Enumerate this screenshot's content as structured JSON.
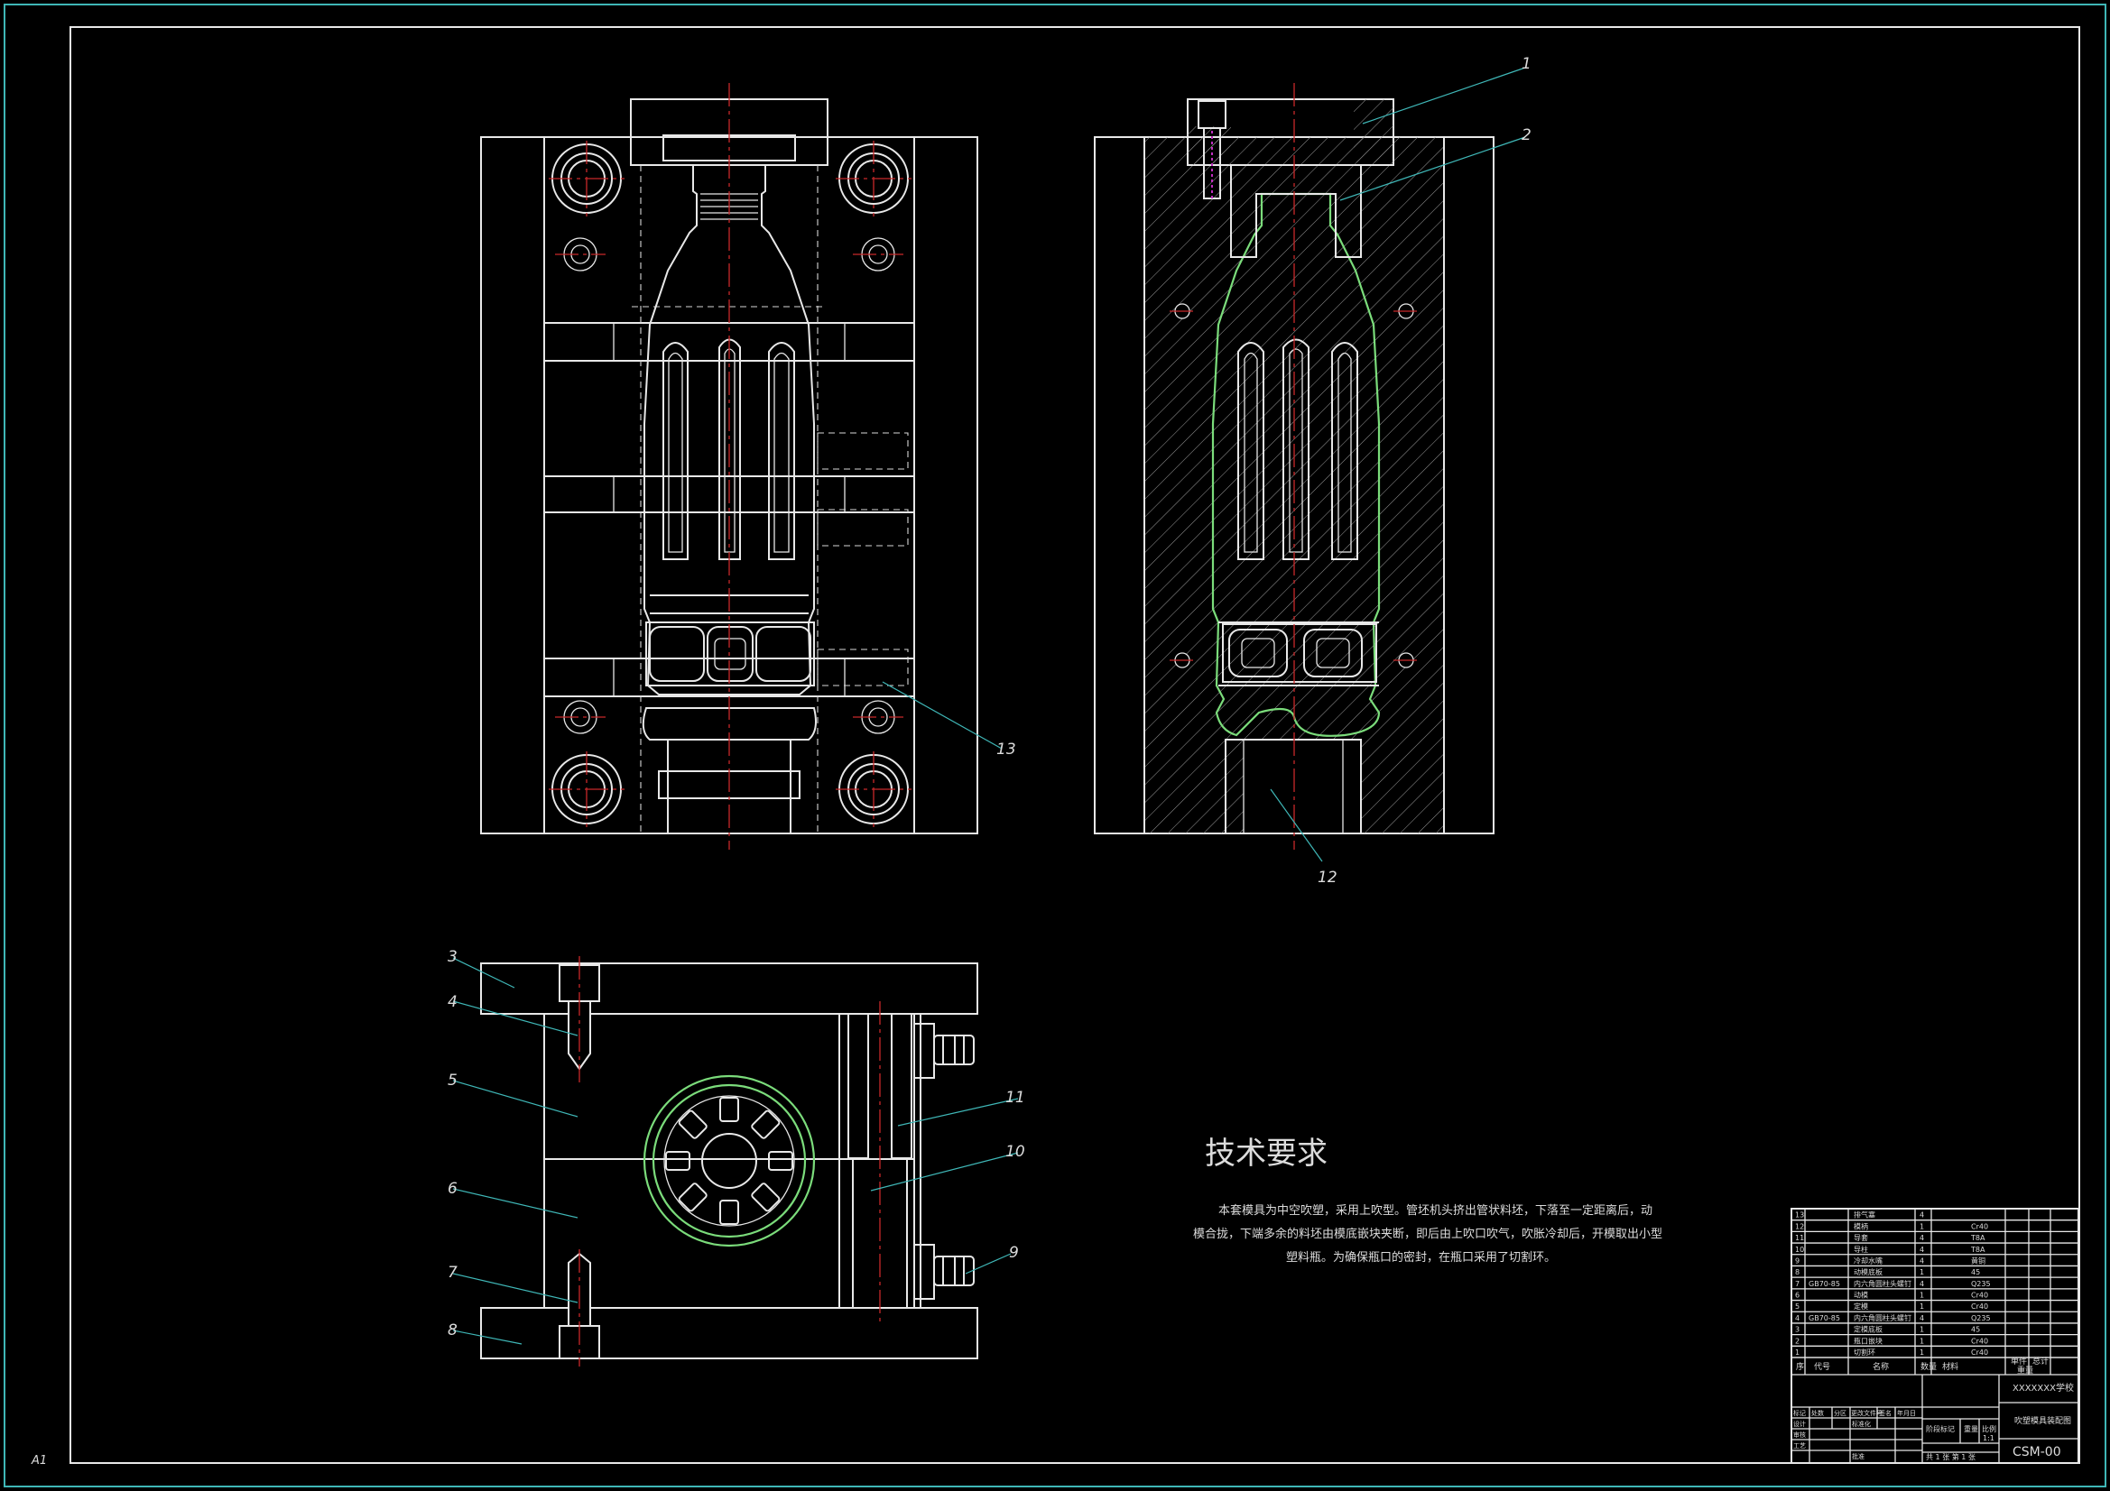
{
  "sheet": {
    "size_label": "A1"
  },
  "callouts": [
    "1",
    "2",
    "3",
    "4",
    "5",
    "6",
    "7",
    "8",
    "9",
    "10",
    "11",
    "12",
    "13"
  ],
  "tech_req": {
    "title": "技术要求",
    "lines": [
      "本套模具为中空吹塑，采用上吹型。管坯机头挤出管状料坯，下落至一定距离后，动",
      "模合拢，下端多余的料坯由模底嵌块夹断，即后由上吹口吹气，吹胀冷却后，开模取出小型",
      "塑料瓶。为确保瓶口的密封，在瓶口采用了切割环。"
    ]
  },
  "bom": {
    "rows": [
      {
        "no": "13",
        "code": "",
        "name": "排气塞",
        "qty": "4",
        "mat": ""
      },
      {
        "no": "12",
        "code": "",
        "name": "模柄",
        "qty": "1",
        "mat": "Cr40"
      },
      {
        "no": "11",
        "code": "",
        "name": "导套",
        "qty": "4",
        "mat": "T8A"
      },
      {
        "no": "10",
        "code": "",
        "name": "导柱",
        "qty": "4",
        "mat": "T8A"
      },
      {
        "no": "9",
        "code": "",
        "name": "冷却水嘴",
        "qty": "4",
        "mat": "黄铜"
      },
      {
        "no": "8",
        "code": "",
        "name": "动模底板",
        "qty": "1",
        "mat": "45"
      },
      {
        "no": "7",
        "code": "GB70-85",
        "name": "内六角圆柱头螺钉",
        "qty": "4",
        "mat": "Q235"
      },
      {
        "no": "6",
        "code": "",
        "name": "动模",
        "qty": "1",
        "mat": "Cr40"
      },
      {
        "no": "5",
        "code": "",
        "name": "定模",
        "qty": "1",
        "mat": "Cr40"
      },
      {
        "no": "4",
        "code": "GB70-85",
        "name": "内六角圆柱头螺钉",
        "qty": "4",
        "mat": "Q235"
      },
      {
        "no": "3",
        "code": "",
        "name": "定模底板",
        "qty": "1",
        "mat": "45"
      },
      {
        "no": "2",
        "code": "",
        "name": "瓶口嵌块",
        "qty": "1",
        "mat": "Cr40"
      },
      {
        "no": "1",
        "code": "",
        "name": "切割环",
        "qty": "1",
        "mat": "Cr40"
      }
    ],
    "header": {
      "no": "序",
      "code": "代号",
      "name": "名称",
      "qty": "数量",
      "mat": "材料",
      "wt1": "单件",
      "wt2": "总计",
      "weight": "重量"
    }
  },
  "title_block": {
    "school": "XXXXXXX学校",
    "drawing_title": "吹塑模具装配图",
    "drawing_no": "CSM-00",
    "scale_label": "比例",
    "scale": "1:1",
    "weight_label": "重量",
    "stage_label": "阶段标记",
    "sheet_info": "共 1 张  第 1 张",
    "rev_labels": [
      "标记",
      "处数",
      "分区",
      "更改文件号",
      "签名",
      "年月日"
    ],
    "people": [
      "设计",
      "审核",
      "工艺",
      "标准化",
      "批准"
    ]
  }
}
